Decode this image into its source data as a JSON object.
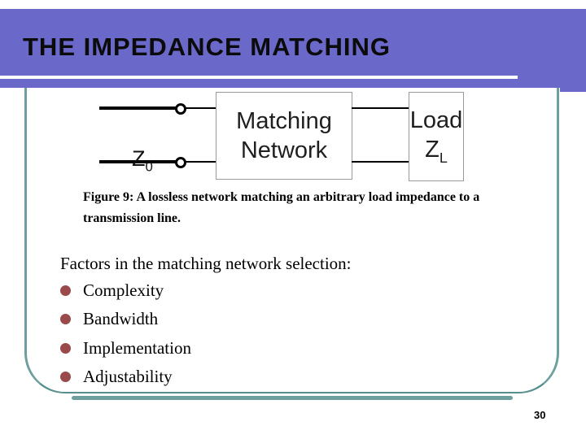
{
  "slide": {
    "title": "THE IMPEDANCE MATCHING",
    "page_number": "30"
  },
  "diagram": {
    "source_impedance": "Z",
    "source_impedance_sub": "0",
    "matching_box_line1": "Matching",
    "matching_box_line2": "Network",
    "load_box_line1": "Load",
    "load_impedance": "Z",
    "load_impedance_sub": "L"
  },
  "caption": "Figure 9:  A lossless network matching an arbitrary load impedance to a transmission line.",
  "factors": {
    "heading": "Factors in the matching network selection:",
    "items": [
      "Complexity",
      "Bandwidth",
      "Implementation",
      "Adjustability"
    ]
  },
  "colors": {
    "header_purple": "#6a69c9",
    "frame_teal": "#6e9e9e",
    "bullet_maroon": "#9a4a4a"
  }
}
